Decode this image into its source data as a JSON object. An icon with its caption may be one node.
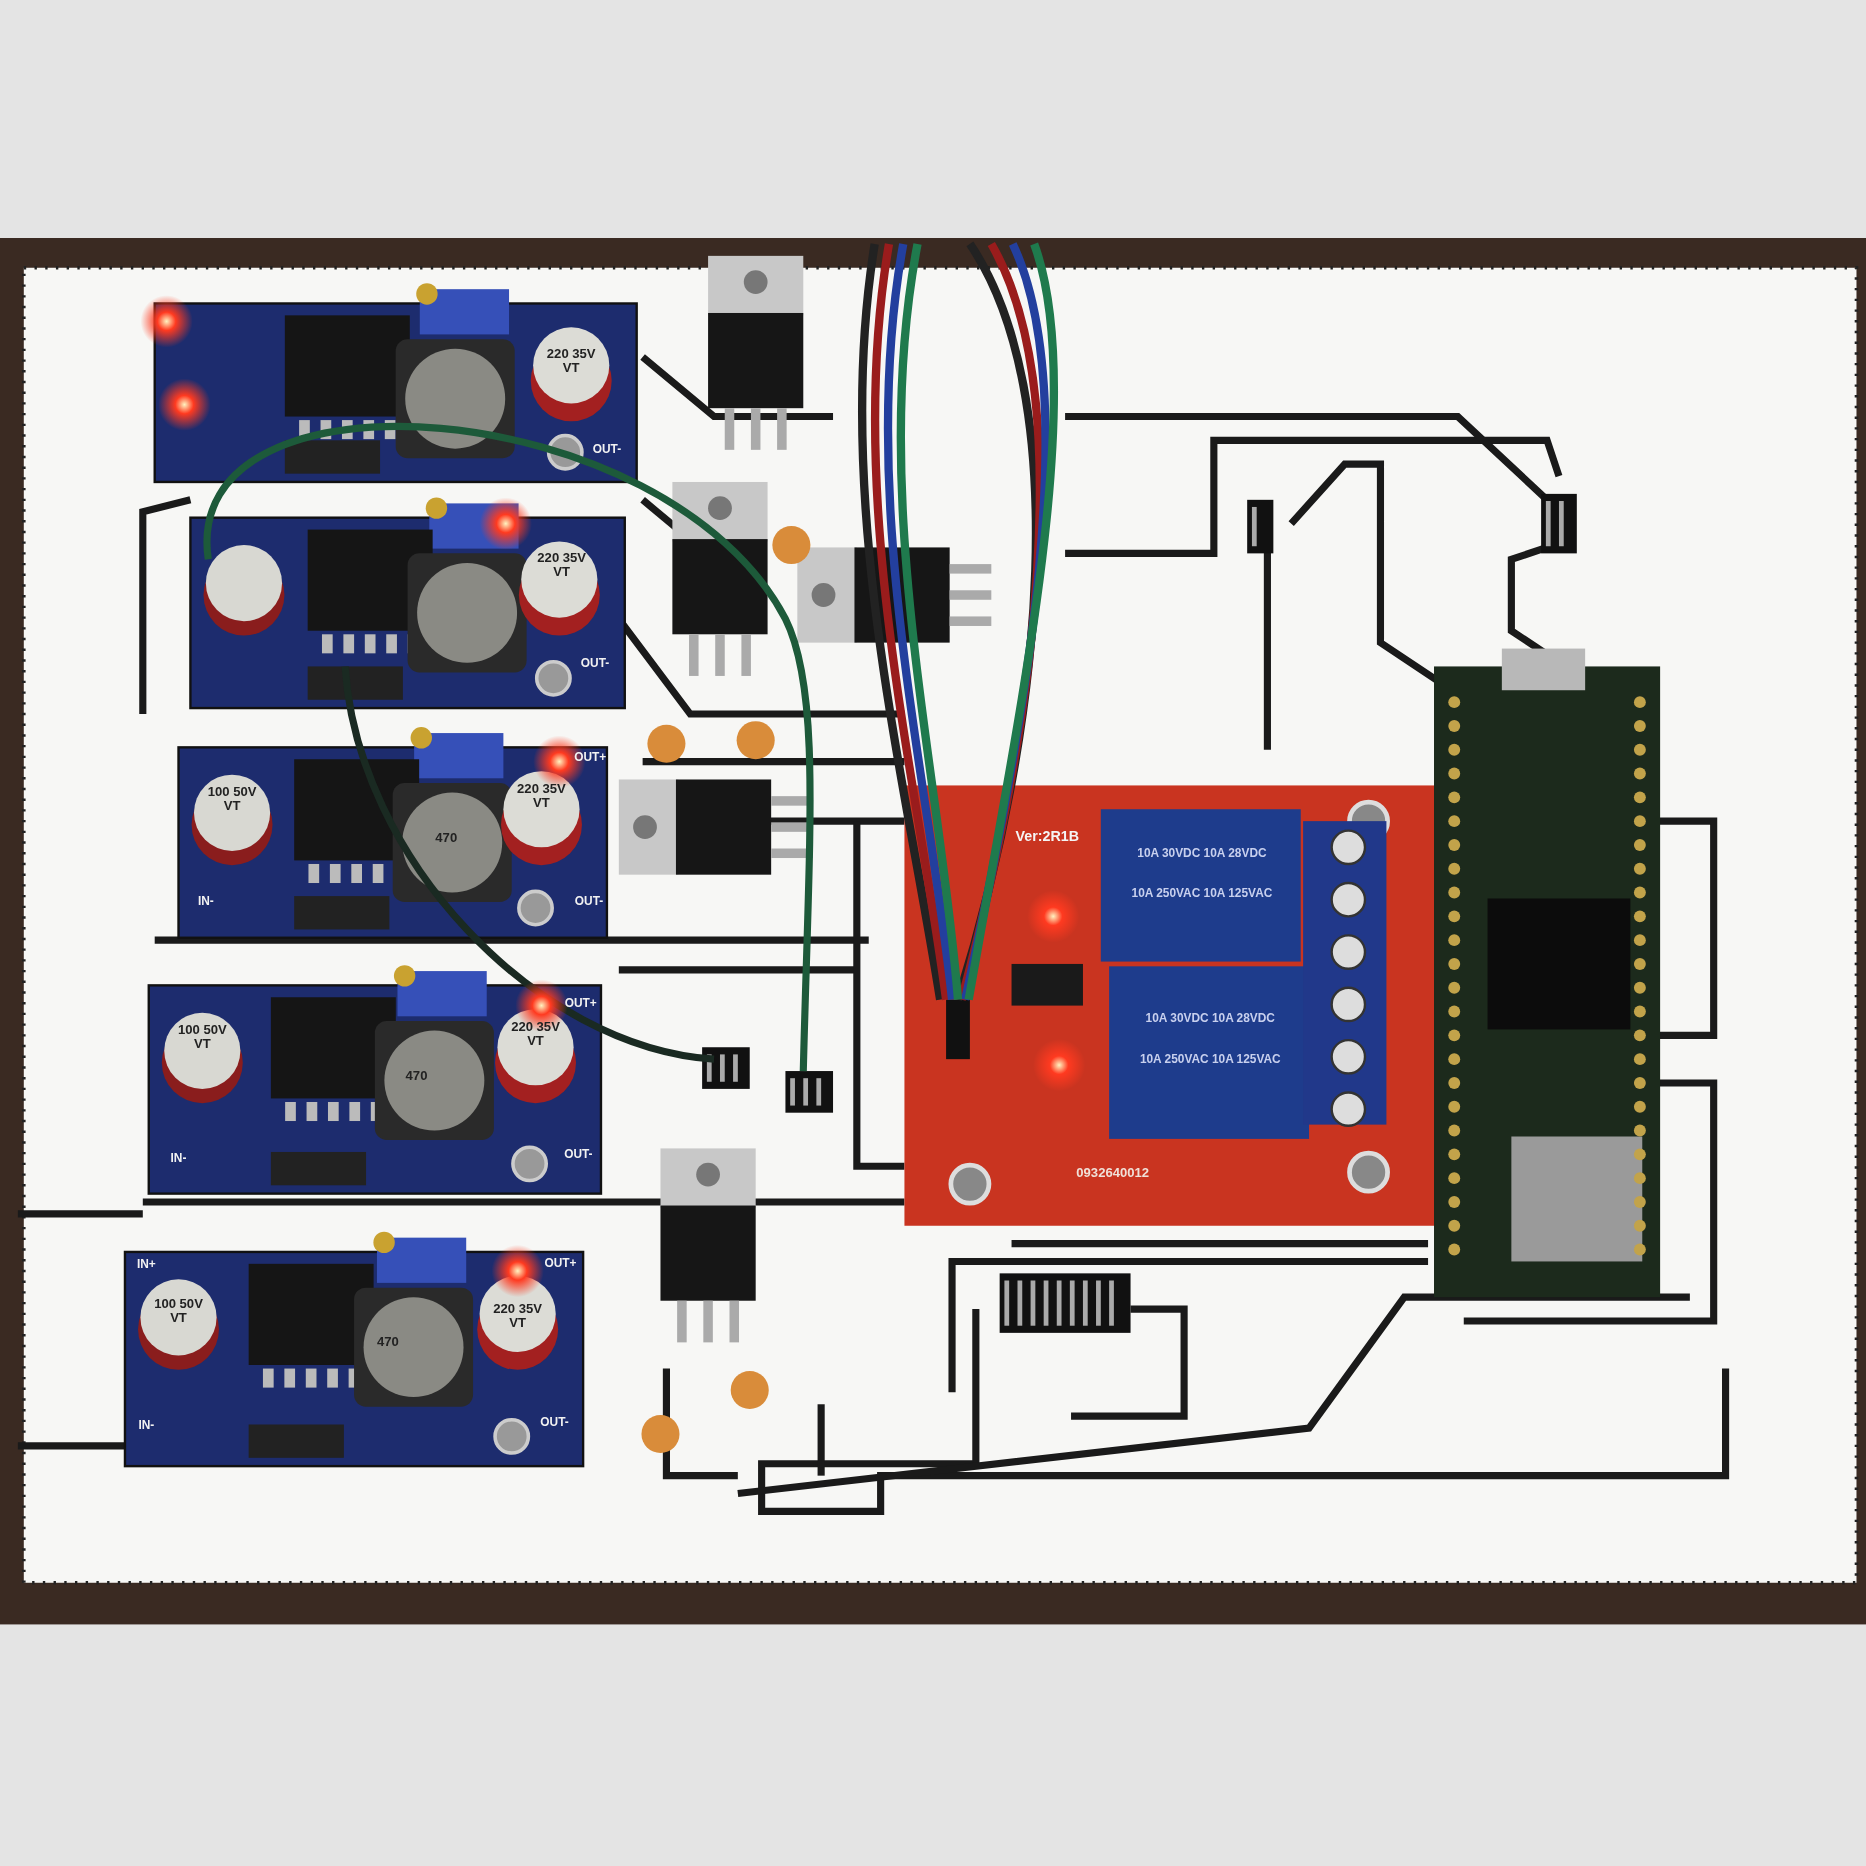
{
  "diagram": {
    "labels": [
      "220 35V VT",
      "OUT-",
      "220 35V VT",
      "OUT-",
      "100 50V VT",
      "220 35V VT",
      "470",
      "OUT+",
      "IN-",
      "OUT-",
      "100 50V VT",
      "220 35V VT",
      "470",
      "OUT+",
      "IN-",
      "OUT-",
      "IN+",
      "OUT+",
      "100 50V VT",
      "220 35V VT",
      "470",
      "IN-",
      "OUT-",
      "Ver:2R1B",
      "10A 30VDC 10A 28VDC",
      "10A 250VAC 10A 125VAC",
      "10A 30VDC 10A 28VDC",
      "10A 250VAC 10A 125VAC",
      "0932640012"
    ]
  }
}
